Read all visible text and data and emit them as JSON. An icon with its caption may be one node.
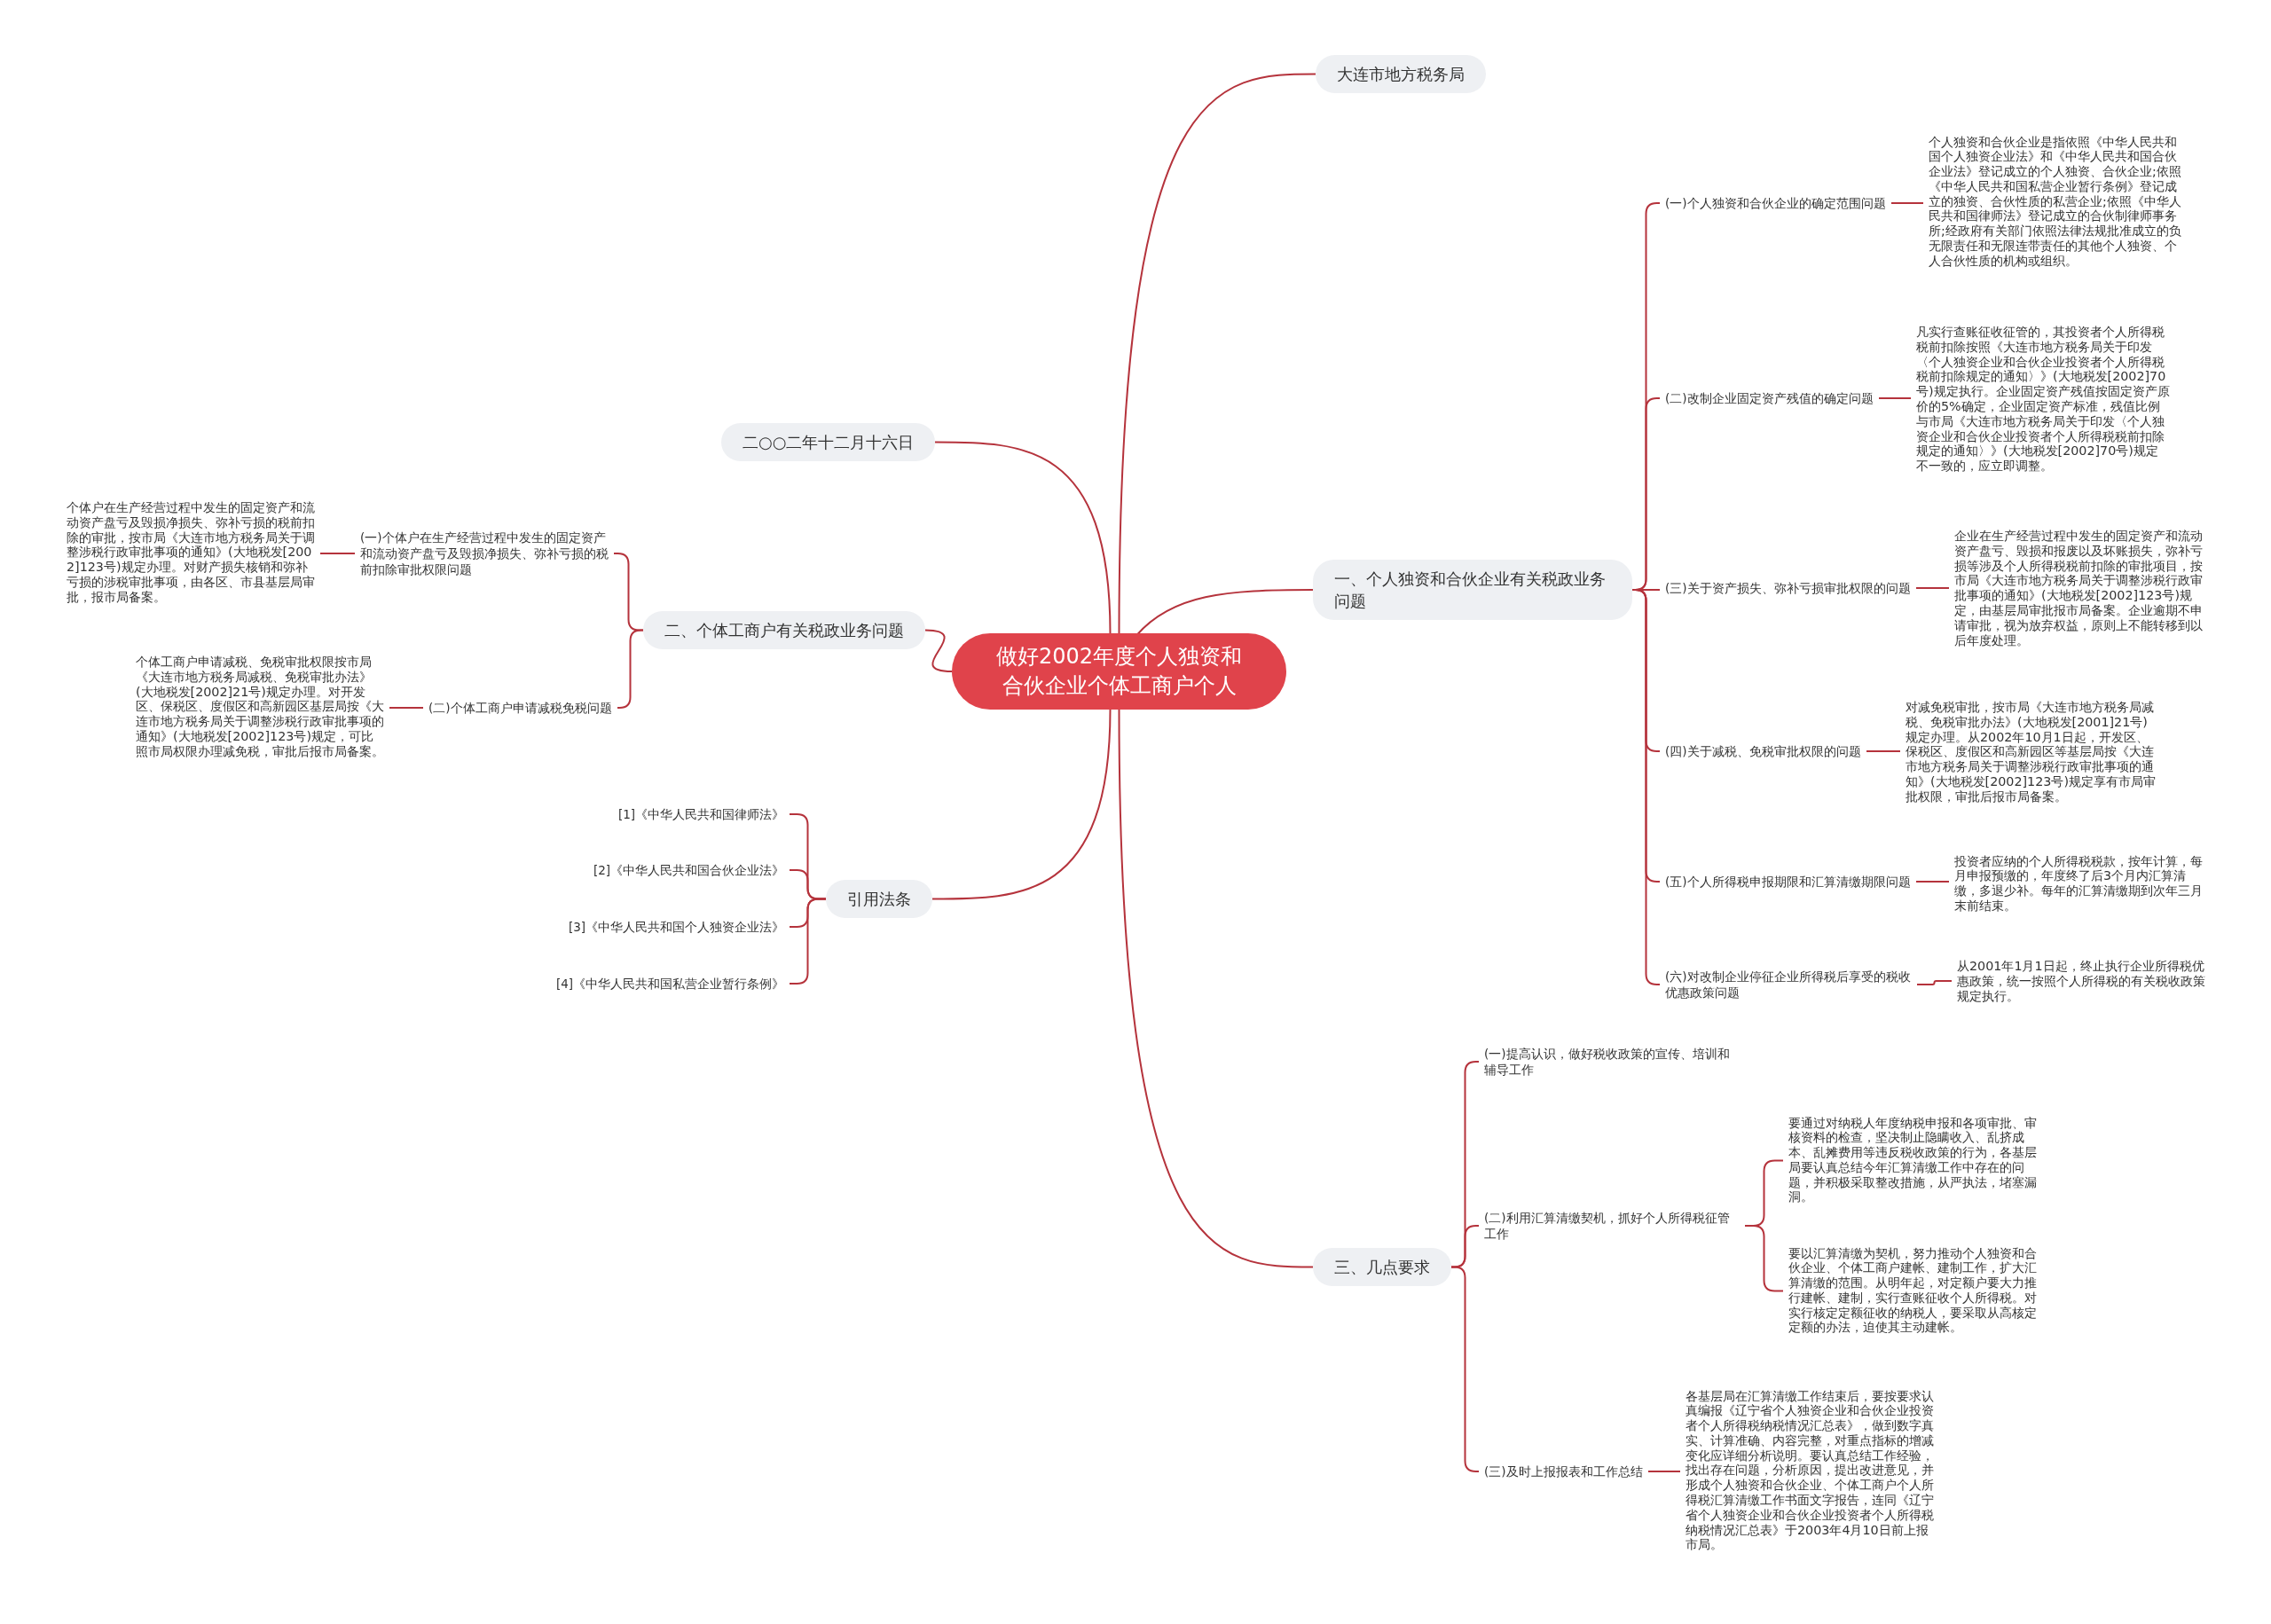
{
  "diagram": {
    "nodes": [
      {
        "text": [
          "做好2002年度个人独资和合伙企业个体工商户个人"
        ]
      },
      {
        "text": [
          "大连市地方税务局"
        ]
      },
      {
        "text": [
          "二○○二年十二月十六日"
        ]
      },
      {
        "text": [
          "一、个人独资和合伙企业有关税政业务问题"
        ]
      },
      {
        "text": [
          "二、个体工商户有关税政业务问题"
        ]
      },
      {
        "text": [
          "引用法条"
        ]
      },
      {
        "text": [
          "三、几点要求"
        ]
      },
      {
        "text": [
          "(一)个人独资和合伙企业的确定范围问题"
        ]
      },
      {
        "text": [
          "个人独资和合伙企业是指依照《中华人民共和国个人独资企业法》和《中华人民共和国合伙企业法》登记成立的个人独资、合伙企业;依照《中华人民共和国私营企业暂行条例》登记成立的独资、合伙性质的私营企业;依照《中华人民共和国律师法》登记成立的合伙制律师事务所;经政府有关部门依照法律法规批准成立的负无限责任和无限连带责任的其他个人独资、个人合伙性质的机构或组织。"
        ]
      },
      {
        "text": [
          "(二)改制企业固定资产残值的确定问题"
        ]
      },
      {
        "text": [
          "凡实行查账征收征管的，其投资者个人所得税税前扣除按照《大连市地方税务局关于印发〈个人独资企业和合伙企业投资者个人所得税税前扣除规定的通知〉》(大地税发[2002]70号)规定执行。企业固定资产残值按固定资产原价的5%确定，企业固定资产标准，残值比例与市局《大连市地方税务局关于印发〈个人独资企业和合伙企业投资者个人所得税税前扣除规定的通知〉》(大地税发[2002]70号)规定不一致的，应立即调整。"
        ]
      },
      {
        "text": [
          "(三)关于资产损失、弥补亏损审批权限的问题"
        ]
      },
      {
        "text": [
          "企业在生产经营过程中发生的固定资产和流动资产盘亏、毁损和报废以及坏账损失，弥补亏损等涉及个人所得税税前扣除的审批项目，按市局《大连市地方税务局关于调整涉税行政审批事项的通知》(大地税发[2002]123号)规定，由基层局审批报市局备案。企业逾期不申请审批，视为放弃权益，原则上不能转移到以后年度处理。"
        ]
      },
      {
        "text": [
          "(四)关于减税、免税审批权限的问题"
        ]
      },
      {
        "text": [
          "对减免税审批，按市局《大连市地方税务局减税、免税审批办法》(大地税发[2001]21号)规定办理。从2002年10月1日起，开发区、保税区、度假区和高新园区等基层局按《大连市地方税务局关于调整涉税行政审批事项的通知》(大地税发[2002]123号)规定享有市局审批权限，审批后报市局备案。"
        ]
      },
      {
        "text": [
          "(五)个人所得税申报期限和汇算清缴期限问题"
        ]
      },
      {
        "text": [
          "投资者应纳的个人所得税税款，按年计算，每月申报预缴的，年度终了后3个月内汇算清缴，多退少补。每年的汇算清缴期到次年三月末前结束。"
        ]
      },
      {
        "text": [
          "(六)对改制企业停征企业所得税后享受的税收优惠政策问题"
        ]
      },
      {
        "text": [
          "从2001年1月1日起，终止执行企业所得税优惠政策，统一按照个人所得税的有关税收政策规定执行。"
        ]
      },
      {
        "text": [
          "(一)个体户在生产经营过程中发生的固定资产和流动资产盘亏及毁损净损失、弥补亏损的税前扣除审批权限问题"
        ]
      },
      {
        "text": [
          "个体户在生产经营过程中发生的固定资产和流动资产盘亏及毁损净损失、弥补亏损的税前扣除的审批，按市局《大连市地方税务局关于调整涉税行政审批事项的通知》(大地税发[2002]123号)规定办理。对财产损失核销和弥补亏损的涉税审批事项，由各区、市县基层局审批，报市局备案。"
        ]
      },
      {
        "text": [
          "(二)个体工商户申请减税免税问题"
        ]
      },
      {
        "text": [
          "个体工商户申请减税、免税审批权限按市局《大连市地方税务局减税、免税审批办法》(大地税发[2002]21号)规定办理。对开发区、保税区、度假区和高新园区基层局按《大连市地方税务局关于调整涉税行政审批事项的通知》(大地税发[2002]123号)规定，可比照市局权限办理减免税，审批后报市局备案。"
        ]
      },
      {
        "text": [
          "[1]《中华人民共和国律师法》"
        ]
      },
      {
        "text": [
          "[2]《中华人民共和国合伙企业法》"
        ]
      },
      {
        "text": [
          "[3]《中华人民共和国个人独资企业法》"
        ]
      },
      {
        "text": [
          "[4]《中华人民共和国私营企业暂行条例》"
        ]
      },
      {
        "text": [
          "(一)提高认识，做好税收政策的宣传、培训和辅导工作"
        ]
      },
      {
        "text": [
          "(二)利用汇算清缴契机，抓好个人所得税征管工作"
        ]
      },
      {
        "text": [
          "要通过对纳税人年度纳税申报和各项审批、审核资料的检查，坚决制止隐瞒收入、乱挤成本、乱摊费用等违反税收政策的行为，各基层局要认真总结今年汇算清缴工作中存在的问题，并积极采取整改措施，从严执法，堵塞漏洞。"
        ]
      },
      {
        "text": [
          "要以汇算清缴为契机，努力推动个人独资和合伙企业、个体工商户建帐、建制工作，扩大汇算清缴的范围。从明年起，对定额户要大力推行建帐、建制，实行查账征收个人所得税。对实行核定定额征收的纳税人，要采取从高核定定额的办法，迫使其主动建帐。"
        ]
      },
      {
        "text": [
          "(三)及时上报报表和工作总结"
        ]
      },
      {
        "text": [
          "各基层局在汇算清缴工作结束后，要按要求认真编报《辽宁省个人独资企业和合伙企业投资者个人所得税纳税情况汇总表》，做到数字真实、计算准确、内容完整，对重点指标的增减变化应详细分析说明。要认真总结工作经验，找出存在问题，分析原因，提出改进意见，并形成个人独资和合伙企业、个体工商户个人所得税汇算清缴工作书面文字报告，连同《辽宁省个人独资企业和合伙企业投资者个人所得税纳税情况汇总表》于2003年4月10日前上报市局。"
        ]
      }
    ],
    "edges": [
      {
        "from": 0,
        "to": 1,
        "arrow": "none"
      },
      {
        "from": 0,
        "to": 2,
        "arrow": "none"
      },
      {
        "from": 0,
        "to": 3,
        "arrow": "none"
      },
      {
        "from": 0,
        "to": 4,
        "arrow": "none"
      },
      {
        "from": 0,
        "to": 5,
        "arrow": "none"
      },
      {
        "from": 0,
        "to": 6,
        "arrow": "none"
      },
      {
        "from": 3,
        "to": 7,
        "arrow": "none"
      },
      {
        "from": 7,
        "to": 8,
        "arrow": "none"
      },
      {
        "from": 3,
        "to": 9,
        "arrow": "none"
      },
      {
        "from": 9,
        "to": 10,
        "arrow": "none"
      },
      {
        "from": 3,
        "to": 11,
        "arrow": "none"
      },
      {
        "from": 11,
        "to": 12,
        "arrow": "none"
      },
      {
        "from": 3,
        "to": 13,
        "arrow": "none"
      },
      {
        "from": 13,
        "to": 14,
        "arrow": "none"
      },
      {
        "from": 3,
        "to": 15,
        "arrow": "none"
      },
      {
        "from": 15,
        "to": 16,
        "arrow": "none"
      },
      {
        "from": 3,
        "to": 17,
        "arrow": "none"
      },
      {
        "from": 17,
        "to": 18,
        "arrow": "none"
      },
      {
        "from": 4,
        "to": 19,
        "arrow": "none"
      },
      {
        "from": 19,
        "to": 20,
        "arrow": "none"
      },
      {
        "from": 4,
        "to": 21,
        "arrow": "none"
      },
      {
        "from": 21,
        "to": 22,
        "arrow": "none"
      },
      {
        "from": 5,
        "to": 23,
        "arrow": "none"
      },
      {
        "from": 5,
        "to": 24,
        "arrow": "none"
      },
      {
        "from": 5,
        "to": 25,
        "arrow": "none"
      },
      {
        "from": 5,
        "to": 26,
        "arrow": "none"
      },
      {
        "from": 6,
        "to": 27,
        "arrow": "none"
      },
      {
        "from": 6,
        "to": 28,
        "arrow": "none"
      },
      {
        "from": 28,
        "to": 29,
        "arrow": "none"
      },
      {
        "from": 28,
        "to": 30,
        "arrow": "none"
      },
      {
        "from": 6,
        "to": 31,
        "arrow": "none"
      },
      {
        "from": 31,
        "to": 32,
        "arrow": "none"
      }
    ]
  }
}
